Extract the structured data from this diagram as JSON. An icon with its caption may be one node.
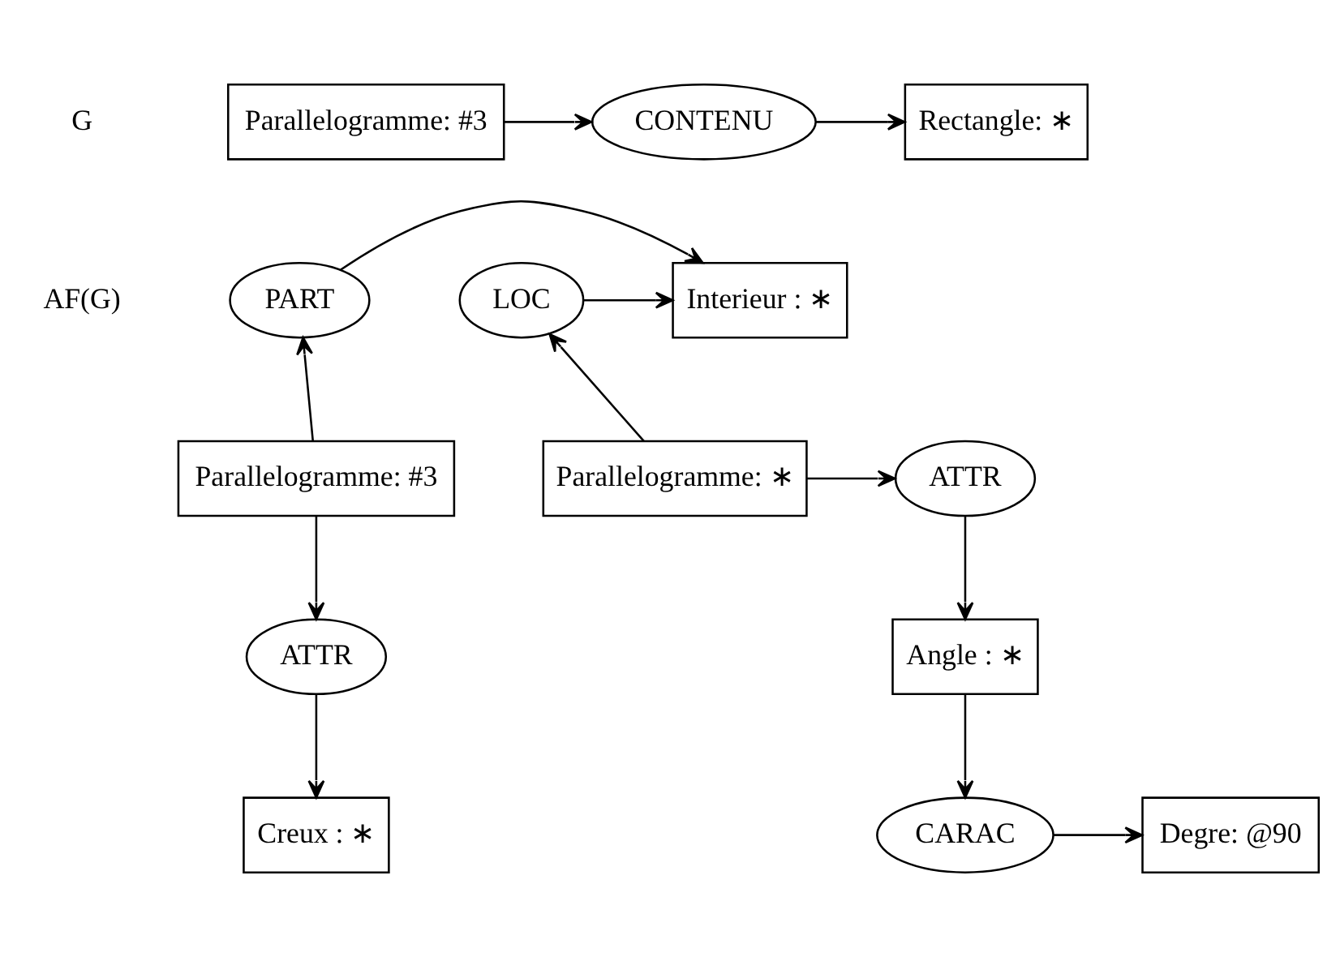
{
  "diagram": {
    "nodes": [
      {
        "text": [
          "Parallelogramme: #3"
        ]
      },
      {
        "text": [
          "CONTENU"
        ]
      },
      {
        "text": [
          "Rectangle: ∗"
        ]
      },
      {
        "text": [
          "PART"
        ]
      },
      {
        "text": [
          "Interieur : ∗"
        ]
      },
      {
        "text": [
          "LOC"
        ]
      },
      {
        "text": [
          "Parallelogramme: #3"
        ]
      },
      {
        "text": [
          "ATTR"
        ]
      },
      {
        "text": [
          "Parallelogramme: ∗"
        ]
      },
      {
        "text": [
          "ATTR"
        ]
      },
      {
        "text": [
          "Angle : ∗"
        ]
      },
      {
        "text": [
          "Creux : ∗"
        ]
      },
      {
        "text": [
          "CARAC"
        ]
      },
      {
        "text": [
          "Degre: @90"
        ]
      }
    ],
    "edges": [
      {
        "from": 0,
        "to": 1,
        "arrow": "to"
      },
      {
        "from": 1,
        "to": 2,
        "arrow": "to"
      },
      {
        "from": 3,
        "to": 4,
        "arrow": "to"
      },
      {
        "from": 5,
        "to": 4,
        "arrow": "to"
      },
      {
        "from": 6,
        "to": 3,
        "arrow": "to"
      },
      {
        "from": 8,
        "to": 5,
        "arrow": "to"
      },
      {
        "from": 8,
        "to": 7,
        "arrow": "to"
      },
      {
        "from": 6,
        "to": 9,
        "arrow": "to"
      },
      {
        "from": 7,
        "to": 10,
        "arrow": "to"
      },
      {
        "from": 9,
        "to": 11,
        "arrow": "to"
      },
      {
        "from": 10,
        "to": 12,
        "arrow": "to"
      },
      {
        "from": 12,
        "to": 13,
        "arrow": "to"
      }
    ],
    "labels": [
      "G",
      "AF(G)"
    ]
  }
}
